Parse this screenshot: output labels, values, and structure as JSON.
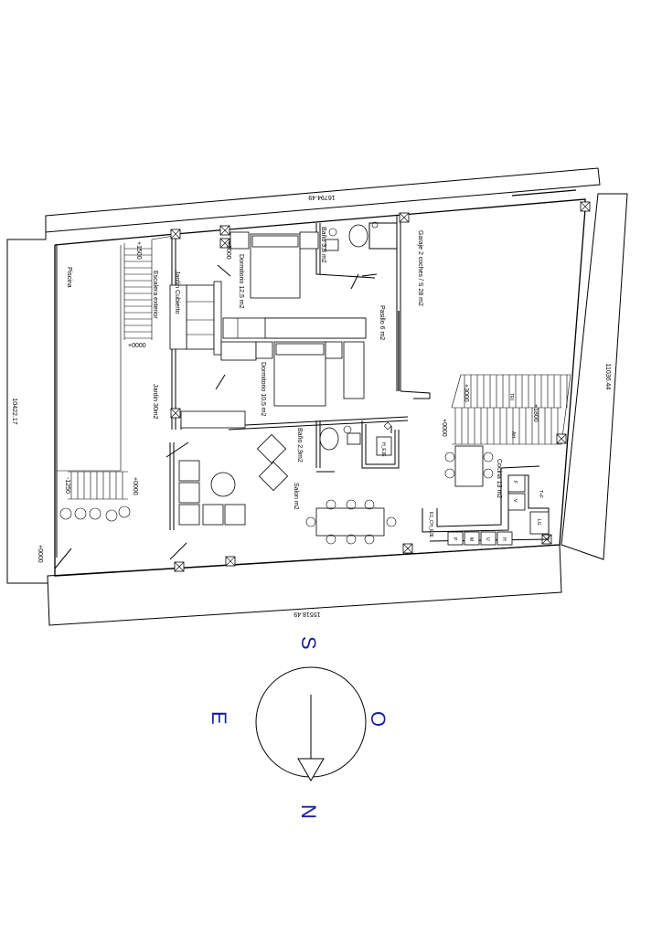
{
  "dimensions": {
    "top": "16794.49",
    "bottom": "15518.49",
    "left": "10422.17",
    "right": "11036.44"
  },
  "rooms": {
    "piscina": "Piscina",
    "escalera": "Escalera exterior",
    "jardin_cubierto": "Jardin Cubierto",
    "jardin": "Jardin 30m2",
    "dormitorio1": "Dormitorio 12,5 m2",
    "dormitorio2": "Dormitorio 10,5 m2",
    "bano1": "Baño 3,8 m2",
    "bano2": "Baño 2,9m2",
    "pasillo": "Pasillo 6 m2",
    "garaje": "Garaje 2 coches / S 28 m2",
    "salon": "Salon m2",
    "cocina": "Cocina 13 m2"
  },
  "levels": {
    "l1500": "+1500",
    "l0000a": "+0000",
    "l3000a": "+3000",
    "l1250": "-1250",
    "l0000b": "+0000",
    "l0000c": "+0000",
    "l3000b": "+3000",
    "l1800": "+1800",
    "l0000d": "+0000"
  },
  "appliances": {
    "h_eje": "H_EJE",
    "tr": "TRI",
    "ah": "AH",
    "f": "F",
    "v": "V",
    "tf": "T+F",
    "lg": "LG",
    "e_ch": "E1_CH_EJE",
    "p": "P",
    "m": "M",
    "u": "U",
    "h": "H"
  },
  "compass": {
    "s": "S",
    "o": "O",
    "e": "E",
    "n": "N"
  }
}
